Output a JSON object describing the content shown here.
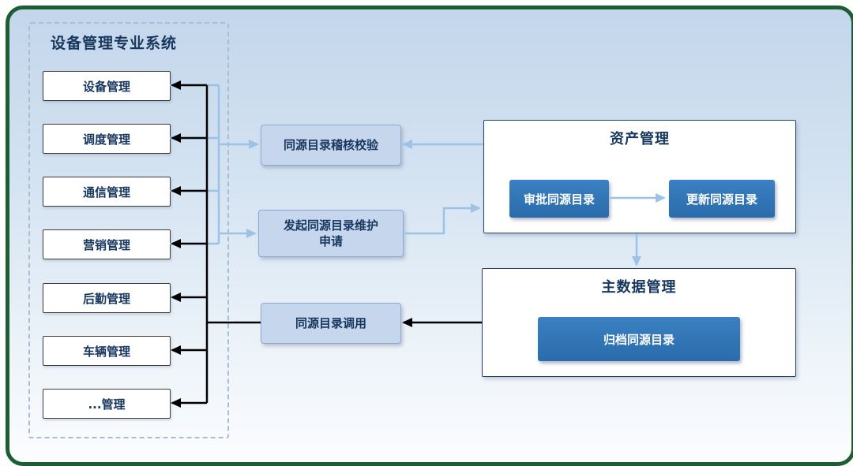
{
  "diagram": {
    "left_panel": {
      "title": "设备管理专业系统",
      "items": [
        "设备管理",
        "调度管理",
        "通信管理",
        "营销管理",
        "后勤管理",
        "车辆管理",
        "...管理"
      ]
    },
    "process_nodes": [
      {
        "label": "同源目录稽核校验"
      },
      {
        "label": "发起同源目录维护申请"
      },
      {
        "label": "同源目录调用"
      }
    ],
    "containers": [
      {
        "title": "资产管理",
        "items": [
          "审批同源目录",
          "更新同源目录"
        ]
      },
      {
        "title": "主数据管理",
        "items": [
          "归档同源目录"
        ]
      }
    ],
    "edges": [
      {
        "from": "资产管理",
        "to": "同源目录稽核校验",
        "style": "light-blue"
      },
      {
        "from": "设备管理专业系统",
        "to": "同源目录稽核校验",
        "style": "light-blue"
      },
      {
        "from": "设备管理专业系统",
        "to": "发起同源目录维护申请",
        "style": "light-blue"
      },
      {
        "from": "发起同源目录维护申请",
        "to": "资产管理",
        "style": "light-blue"
      },
      {
        "from": "审批同源目录",
        "to": "更新同源目录",
        "style": "light-blue"
      },
      {
        "from": "资产管理",
        "to": "主数据管理",
        "style": "light-blue"
      },
      {
        "from": "主数据管理",
        "to": "同源目录调用",
        "style": "black"
      },
      {
        "from": "同源目录调用",
        "to": "设备管理专业系统",
        "style": "black"
      }
    ],
    "colors": {
      "frame_border": "#1c5e31",
      "background_top": "#c3d6eb",
      "background_bottom": "#ffffff",
      "process_node_fill": "#c6d6ec",
      "process_node_border": "#8fa9d0",
      "action_fill": "#2e75b6",
      "action_text": "#ffffff",
      "label_text": "#17375e",
      "connector_light": "#9cc2e5",
      "connector_dark": "#000000"
    }
  }
}
